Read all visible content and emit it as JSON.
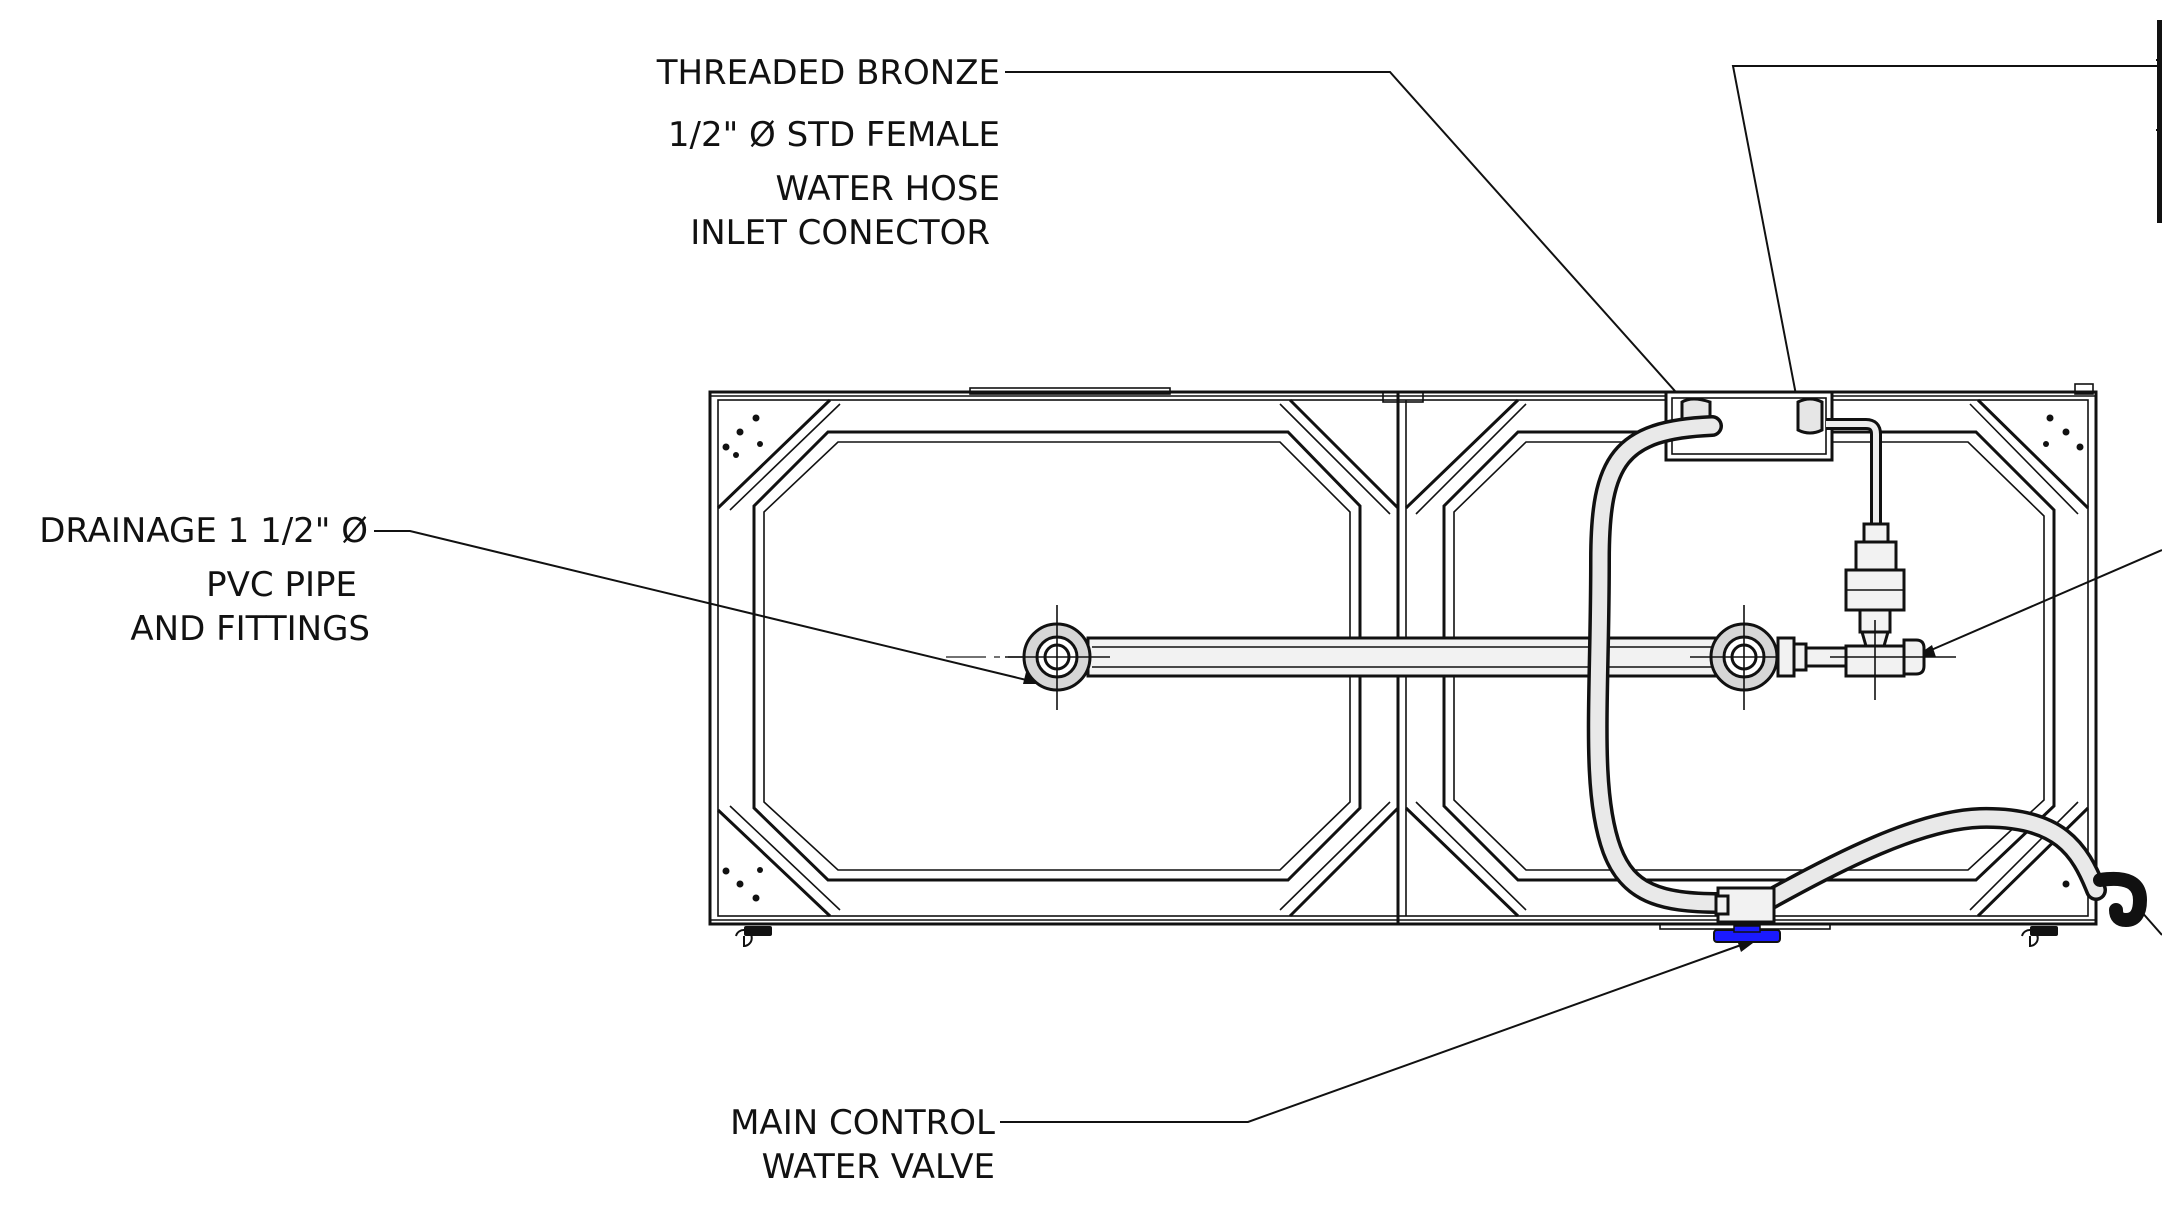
{
  "callouts": {
    "inlet_connector": [
      "THREADED BRONZE",
      "1/2\" Ø STD FEMALE",
      "WATER HOSE",
      "INLET CONECTOR"
    ],
    "drainage": [
      "DRAINAGE 1 1/2\" Ø",
      "PVC PIPE",
      "AND FITTINGS"
    ],
    "main_valve": [
      "MAIN CONTROL",
      "WATER VALVE"
    ]
  },
  "colors": {
    "linework": "#111111",
    "valve_handle": "#1a1aff"
  }
}
